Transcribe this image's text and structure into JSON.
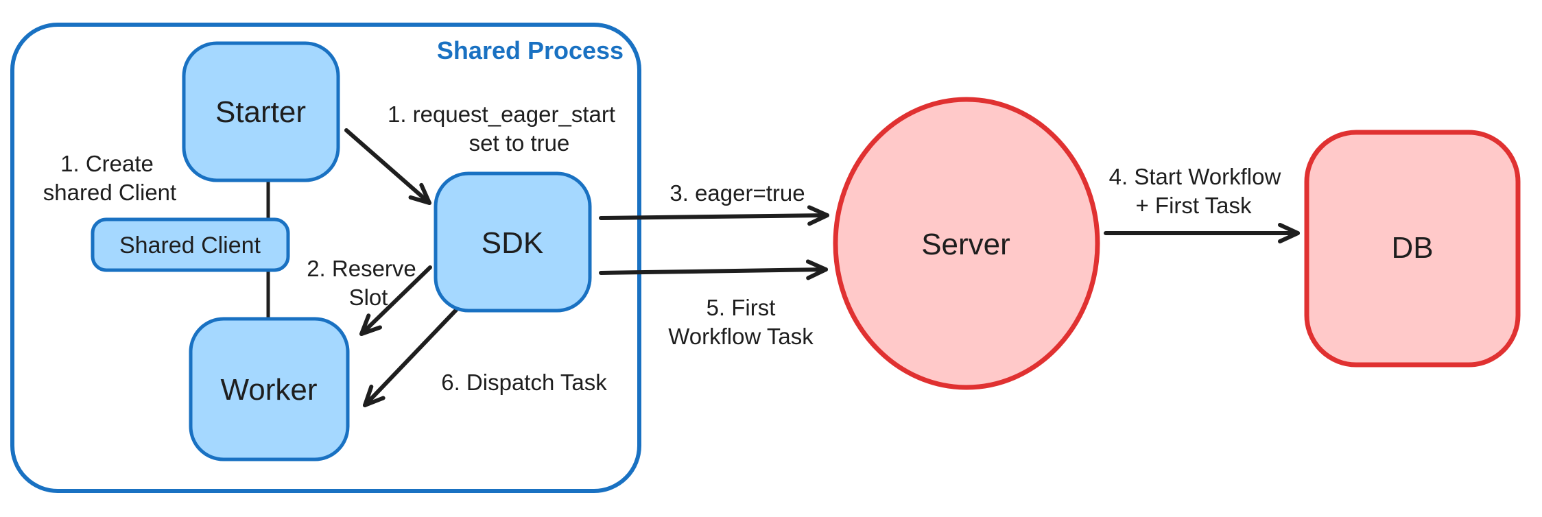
{
  "container": {
    "label": "Shared Process"
  },
  "nodes": {
    "starter": {
      "label": "Starter"
    },
    "shared_client": {
      "label": "Shared Client"
    },
    "worker": {
      "label": "Worker"
    },
    "sdk": {
      "label": "SDK"
    },
    "server": {
      "label": "Server"
    },
    "db": {
      "label": "DB"
    }
  },
  "edges": {
    "create_shared_client": {
      "from": "Starter",
      "to": "Shared Client",
      "line1": "1. Create",
      "line2": "shared Client"
    },
    "request_eager_start": {
      "from": "Starter",
      "to": "SDK",
      "line1": "1. request_eager_start",
      "line2": "set to true"
    },
    "reserve_slot": {
      "from": "SDK",
      "to": "Worker",
      "line1": "2. Reserve",
      "line2": "Slot"
    },
    "eager_true": {
      "from": "SDK",
      "to": "Server",
      "line1": "3. eager=true"
    },
    "start_workflow": {
      "from": "Server",
      "to": "DB",
      "line1": "4. Start Workflow",
      "line2": "+ First Task"
    },
    "first_workflow_task": {
      "from": "SDK",
      "to": "Server",
      "line1": "5. First",
      "line2": "Workflow Task"
    },
    "dispatch_task": {
      "from": "SDK",
      "to": "Worker",
      "line1": "6. Dispatch Task"
    }
  },
  "colors": {
    "blue_stroke": "#1971c2",
    "blue_fill": "#a5d8ff",
    "red_stroke": "#e03131",
    "red_fill": "#ffc9c9",
    "ink": "#1e1e1e",
    "background": "#ffffff"
  }
}
